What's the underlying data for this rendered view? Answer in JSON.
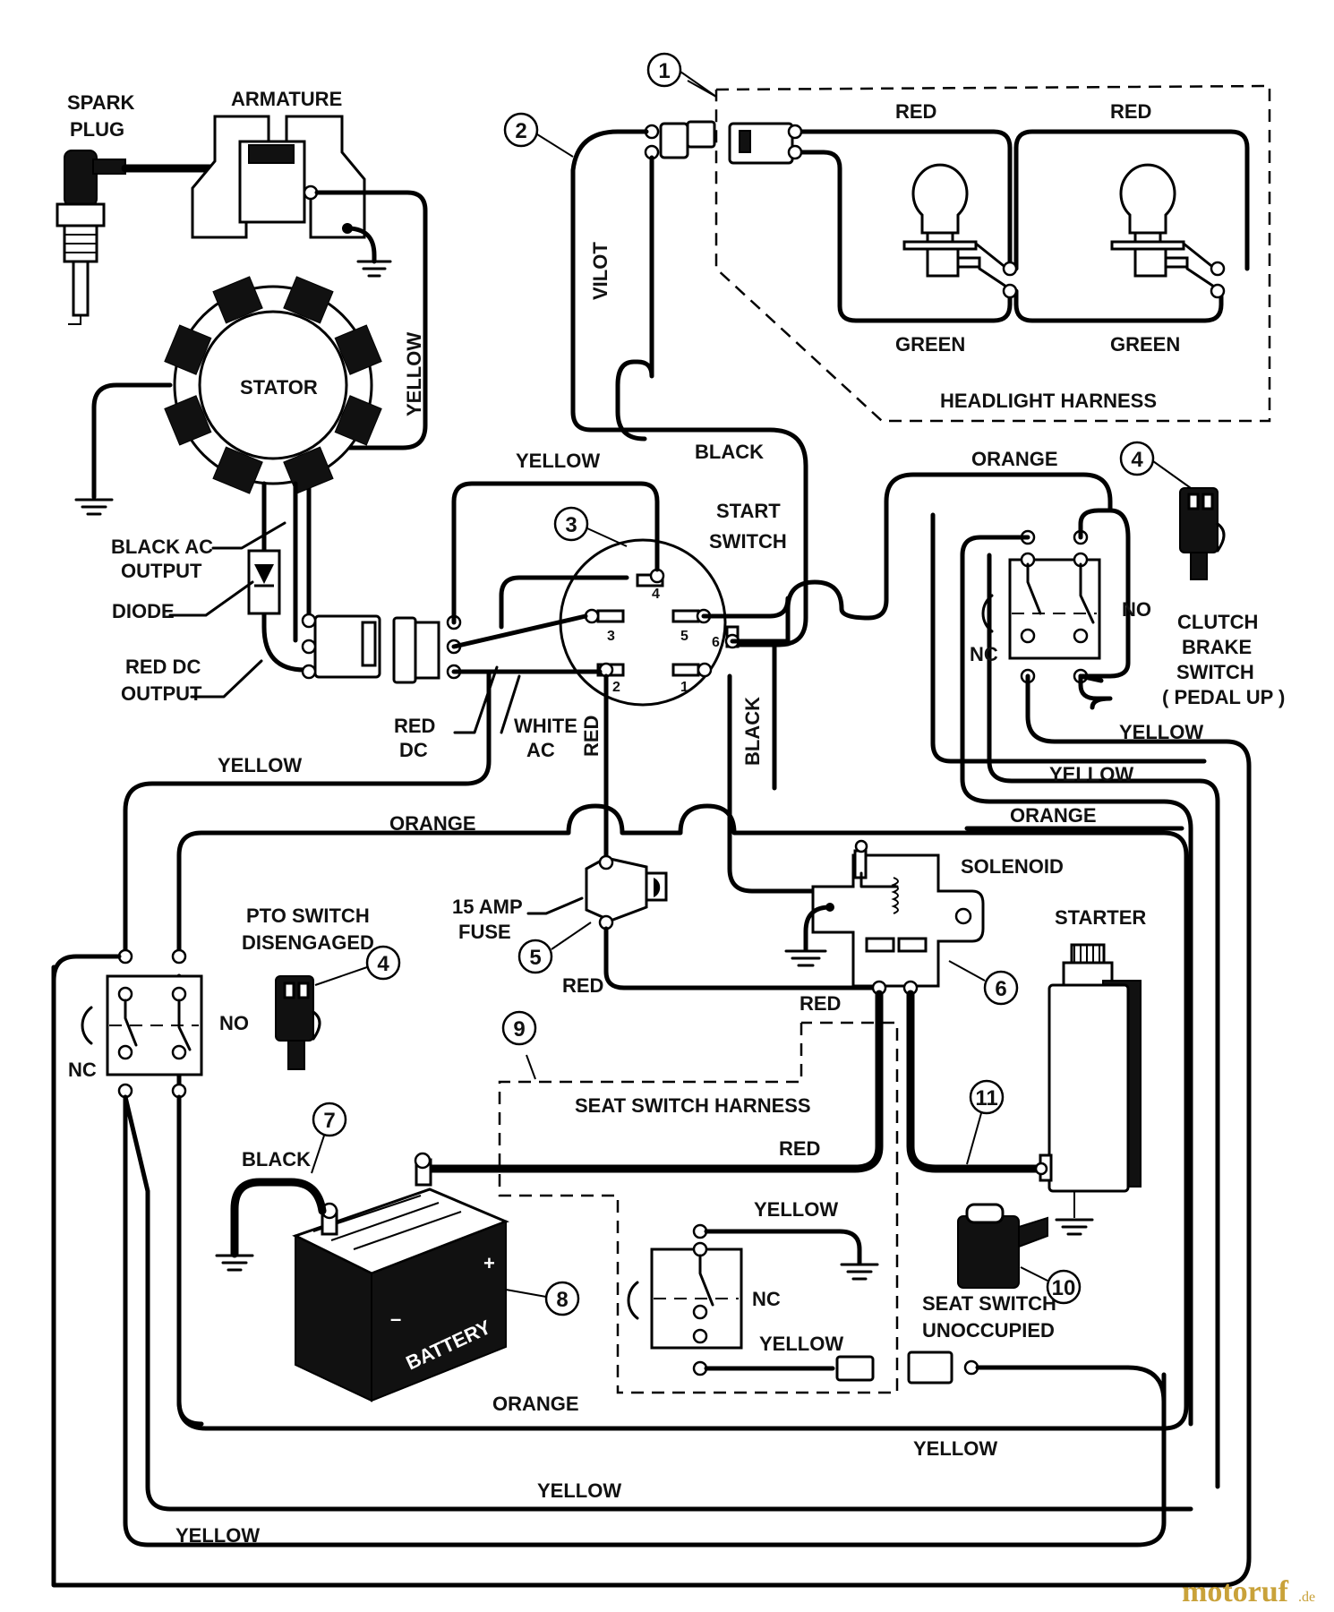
{
  "labels": {
    "spark_plug_1": "SPARK",
    "spark_plug_2": "PLUG",
    "armature": "ARMATURE",
    "stator": "STATOR",
    "yellow_stator": "YELLOW",
    "black_ac_output_1": "BLACK AC",
    "black_ac_output_2": "OUTPUT",
    "diode": "DIODE",
    "red_dc_output_1": "RED DC",
    "red_dc_output_2": "OUTPUT",
    "vilot": "VILOT",
    "red_top_1": "RED",
    "red_top_2": "RED",
    "green_1": "GREEN",
    "green_2": "GREEN",
    "headlight_harness": "HEADLIGHT HARNESS",
    "black_top": "BLACK",
    "yellow_top": "YELLOW",
    "start_switch_1": "START",
    "start_switch_2": "SWITCH",
    "orange_top": "ORANGE",
    "clutch_1": "CLUTCH",
    "clutch_2": "BRAKE",
    "clutch_3": "SWITCH",
    "clutch_4": "( PEDAL UP )",
    "no_clutch": "NO",
    "nc_clutch": "NC",
    "red_dc_1": "RED",
    "red_dc_2": "DC",
    "white_ac_1": "WHITE",
    "white_ac_2": "AC",
    "red_vertical": "RED",
    "black_vertical": "BLACK",
    "yellow_left": "YELLOW",
    "yellow_clutch_1": "YELLOW",
    "yellow_clutch_2": "YELLOW",
    "orange_mid": "ORANGE",
    "orange_right": "ORANGE",
    "solenoid": "SOLENOID",
    "fuse_1": "15 AMP",
    "fuse_2": "FUSE",
    "red_fuse": "RED",
    "red_solenoid": "RED",
    "starter": "STARTER",
    "pto_1": "PTO SWITCH",
    "pto_2": "DISENGAGED",
    "no_pto": "NO",
    "nc_pto": "NC",
    "seat_switch_harness": "SEAT SWITCH HARNESS",
    "red_battery": "RED",
    "black_battery": "BLACK",
    "battery": "BATTERY",
    "yellow_seat_1": "YELLOW",
    "nc_seat": "NC",
    "yellow_seat_2": "YELLOW",
    "seat_switch_1": "SEAT SWITCH",
    "seat_switch_2": "UNOCCUPIED",
    "orange_bottom": "ORANGE",
    "yellow_bottom_1": "YELLOW",
    "yellow_bottom_2": "YELLOW",
    "yellow_bottom_3": "YELLOW",
    "pin_1": "1",
    "pin_2": "2",
    "pin_3": "3",
    "pin_4": "4",
    "pin_5": "5",
    "pin_6": "6",
    "plus_sign": "+",
    "minus_sign": "–"
  },
  "callouts": {
    "c1": "1",
    "c2": "2",
    "c3": "3",
    "c4a": "4",
    "c4b": "4",
    "c5": "5",
    "c6": "6",
    "c7": "7",
    "c8": "8",
    "c9": "9",
    "c10": "10",
    "c11": "11"
  },
  "watermark": {
    "brand": "motoruf",
    "suffix": ".de"
  }
}
